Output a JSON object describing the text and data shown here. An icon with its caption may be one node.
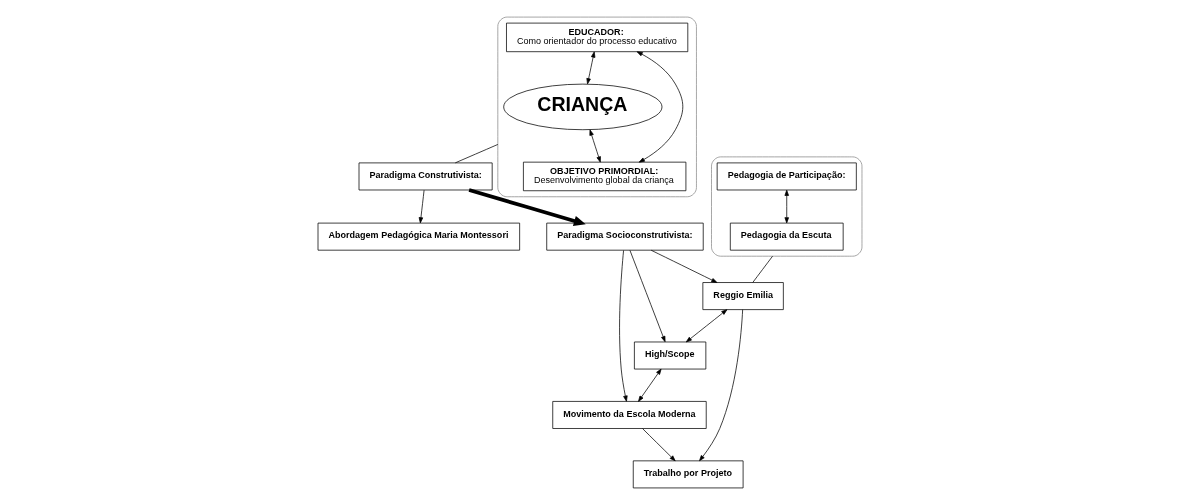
{
  "diagram": {
    "nodes": [
      {
        "text": [],
        "shape": "bracket"
      },
      {
        "text": [
          "EDUCADOR:",
          "Como orientador do processo educativo"
        ],
        "in": 0
      },
      {
        "text": [
          "CRIANÇA"
        ],
        "in": 0
      },
      {
        "text": [
          "OBJETIVO PRIMORDIAL:",
          "Desenvolvimento global da criança"
        ],
        "in": 0
      },
      {
        "text": [
          "Paradigma Construtivista:"
        ]
      },
      {
        "text": [
          "Paradigma Socioconstrutivista:"
        ]
      },
      {
        "text": [],
        "shape": "bracket"
      },
      {
        "text": [
          "Pedagogia de Participação:"
        ],
        "in": 6
      },
      {
        "text": [
          "Pedagogia da Escuta"
        ],
        "in": 6
      },
      {
        "text": [
          "Abordagem Pedagógica Maria Montessori"
        ]
      },
      {
        "text": [
          "Reggio Emilia"
        ]
      },
      {
        "text": [
          "High/Scope"
        ]
      },
      {
        "text": [
          "Movimento da Escola Moderna"
        ]
      },
      {
        "text": [
          "Trabalho por Projeto"
        ]
      }
    ],
    "edges": [
      {
        "from": 1,
        "to": 2,
        "arrow": "both"
      },
      {
        "from": 2,
        "to": 3,
        "arrow": "both"
      },
      {
        "from": 1,
        "to": 3,
        "arrow": "both"
      },
      {
        "from": 0,
        "to": 4,
        "arrow": "none"
      },
      {
        "from": 4,
        "to": 5,
        "arrow": "to",
        "style": "thick"
      },
      {
        "from": 4,
        "to": 9,
        "arrow": "to"
      },
      {
        "from": 5,
        "to": 10,
        "arrow": "to"
      },
      {
        "from": 5,
        "to": 11,
        "arrow": "to"
      },
      {
        "from": 5,
        "to": 12,
        "arrow": "to"
      },
      {
        "from": 7,
        "to": 8,
        "arrow": "both"
      },
      {
        "from": 6,
        "to": 10,
        "arrow": "none"
      },
      {
        "from": 10,
        "to": 11,
        "arrow": "both"
      },
      {
        "from": 11,
        "to": 12,
        "arrow": "both"
      },
      {
        "from": 10,
        "to": 13,
        "arrow": "to"
      },
      {
        "from": 12,
        "to": 13,
        "arrow": "to"
      }
    ]
  }
}
